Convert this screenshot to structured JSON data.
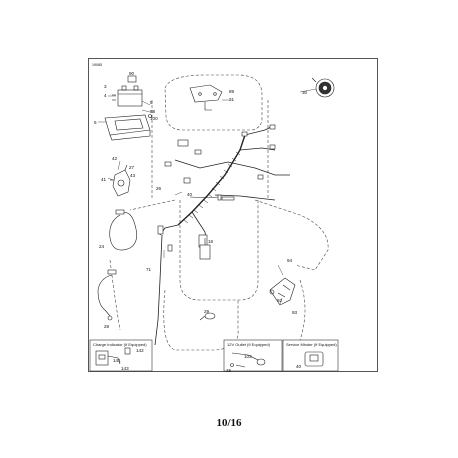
{
  "diagram": {
    "code": "19085",
    "callouts": {
      "c90": "90",
      "c3": "3",
      "c4": "4",
      "c5": "5",
      "c88": "88",
      "c100": "100",
      "c30": "30",
      "c6": "6",
      "c89": "89",
      "c31": "31",
      "c24a": "24",
      "c42": "42",
      "c27": "27",
      "c41": "41",
      "c43": "43",
      "c26": "26",
      "c40": "40",
      "c16": "16",
      "c24b": "24",
      "c71": "71",
      "c29": "29",
      "c28": "28",
      "c94": "94",
      "c92": "92",
      "c93": "93",
      "c141": "141",
      "c142": "142",
      "c143": "143",
      "c103": "103",
      "c15": "15",
      "c40b": "40"
    },
    "boxes": {
      "charge_indicator": "Charge Indicator (If Equipped)",
      "outlet_12v": "12V Outlet (If Equipped)",
      "service_minder": "Service Minder (If Equipped)"
    }
  },
  "page": {
    "number": "10/16"
  }
}
